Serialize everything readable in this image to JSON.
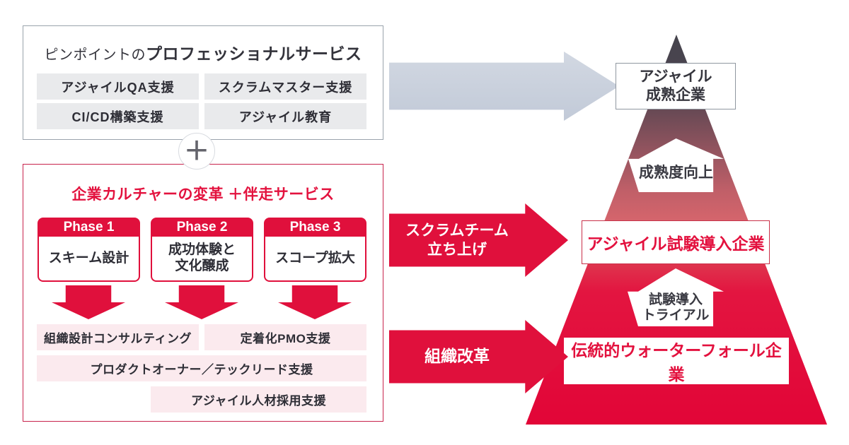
{
  "colors": {
    "accent_red": "#e0103c",
    "title_red": "#e3123e",
    "pyramid_top_gray": "#45444c",
    "pyramid_bottom_red": "#e20537",
    "flow_arrow_gray": "#c9d0dc",
    "item_gray_bg": "#e9eaec",
    "item_pink_bg": "#fbeaee"
  },
  "top_panel": {
    "title_regular": "ピンポイントの",
    "title_bold": "プロフェッショナルサービス",
    "items": [
      "アジャイルQA支援",
      "スクラムマスター支援",
      "CI/CD構築支援",
      "アジャイル教育"
    ]
  },
  "plus_symbol": "＋",
  "bottom_panel": {
    "title": "企業カルチャーの変革 ＋伴走サービス",
    "phases": [
      {
        "label": "Phase 1",
        "body": "スキーム設計"
      },
      {
        "label": "Phase 2",
        "body": "成功体験と\n文化醸成"
      },
      {
        "label": "Phase 3",
        "body": "スコープ拡大"
      }
    ],
    "services": [
      "組織設計コンサルティング",
      "定着化PMO支援",
      "プロダクトオーナー／テックリード支援",
      "アジャイル人材採用支援"
    ]
  },
  "flow": {
    "scrum_arrow_label": "スクラムチーム\n立ち上げ",
    "org_arrow_label": "組織改革"
  },
  "pyramid": {
    "top_label": "アジャイル\n成熟企業",
    "maturity_arrow_label": "成熟度向上",
    "mid_label": "アジャイル試験導入企業",
    "trial_arrow_label": "試験導入\nトライアル",
    "bottom_label": "伝統的ウォーターフォール企業"
  }
}
